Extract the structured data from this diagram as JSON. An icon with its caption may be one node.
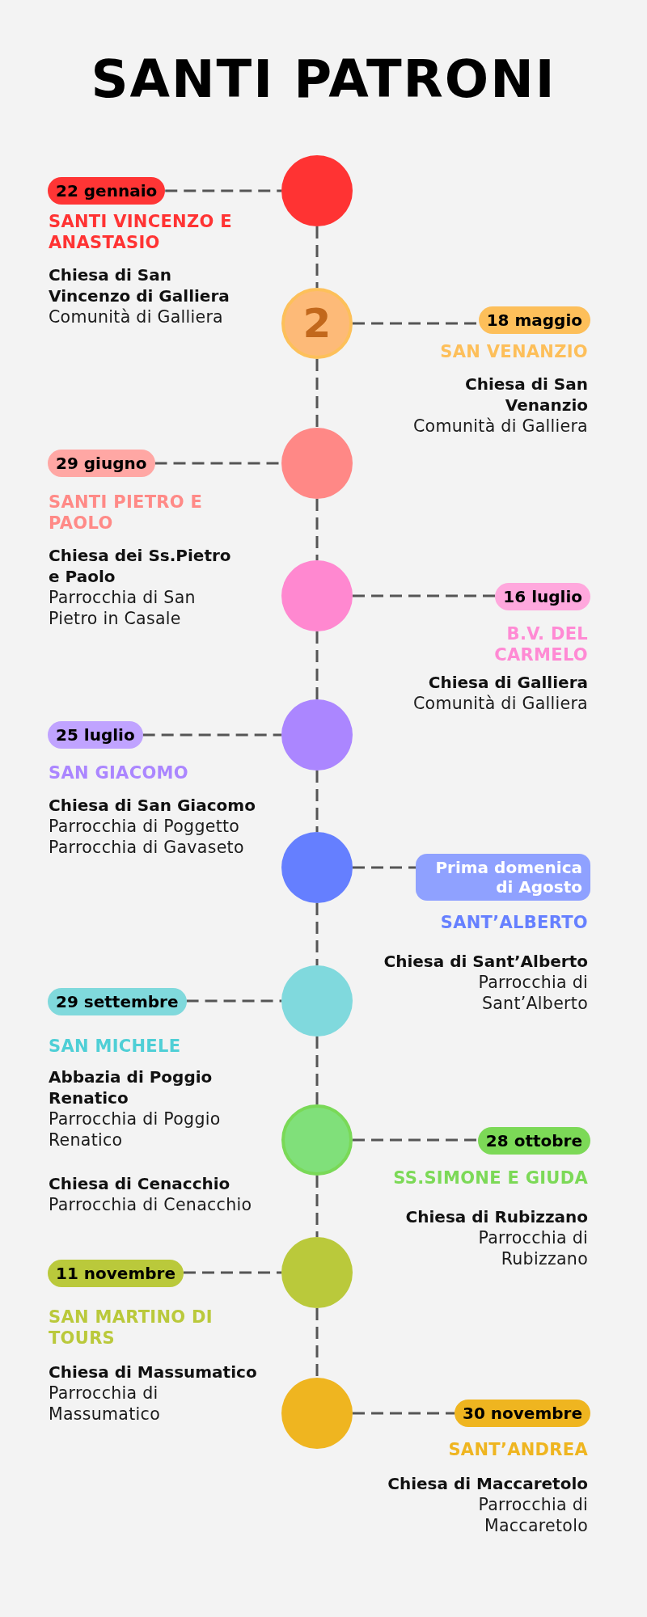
{
  "diagram": {
    "title": "SANTI PATRONI",
    "nodes": [
      {
        "text": [
          "22 gennaio"
        ],
        "beside": [
          "SANTI VINCENZO E ANASTASIO",
          "Chiesa di San Vincenzo di Galliera",
          "Comunità di Galliera"
        ]
      },
      {
        "text": [],
        "shape": "circle"
      },
      {
        "text": [
          "2"
        ]
      },
      {
        "text": [
          "18 maggio"
        ],
        "beside": [
          "SAN VENANZIO",
          "Chiesa di San Venanzio",
          "Comunità di Galliera"
        ]
      },
      {
        "text": [
          "29 giugno"
        ],
        "beside": [
          "SANTI PIETRO E PAOLO",
          "Chiesa dei Ss.Pietro e Paolo",
          "Parrocchia di San Pietro in Casale"
        ]
      },
      {
        "text": [],
        "shape": "circle"
      },
      {
        "text": [],
        "shape": "circle"
      },
      {
        "text": [
          "16 luglio"
        ],
        "beside": [
          "B.V. DEL CARMELO",
          "Chiesa di Galliera",
          "Comunità di Galliera"
        ]
      },
      {
        "text": [
          "25 luglio"
        ],
        "beside": [
          "SAN GIACOMO",
          "Chiesa di San Giacomo",
          "Parrocchia di Poggetto",
          "Parrocchia di Gavaseto"
        ]
      },
      {
        "text": [],
        "shape": "circle"
      },
      {
        "text": [],
        "shape": "circle"
      },
      {
        "text": [
          "Prima domenica di Agosto"
        ],
        "beside": [
          "SANT’ALBERTO",
          "Chiesa di Sant’Alberto",
          "Parrocchia di Sant’Alberto"
        ]
      },
      {
        "text": [
          "29 settembre"
        ],
        "beside": [
          "SAN MICHELE",
          "Abbazia di Poggio Renatico",
          "Parrocchia di Poggio Renatico",
          "Chiesa di Cenacchio",
          "Parrocchia di Cenacchio"
        ]
      },
      {
        "text": [],
        "shape": "circle"
      },
      {
        "text": [],
        "shape": "circle"
      },
      {
        "text": [
          "28 ottobre"
        ],
        "beside": [
          "SS.SIMONE E GIUDA",
          "Chiesa di Rubizzano",
          "Parrocchia di Rubizzano"
        ]
      },
      {
        "text": [
          "11 novembre"
        ],
        "beside": [
          "SAN MARTINO DI TOURS",
          "Chiesa di Massumatico",
          "Parrocchia di Massumatico"
        ]
      },
      {
        "text": [],
        "shape": "circle"
      },
      {
        "text": [],
        "shape": "circle"
      },
      {
        "text": [
          "30 novembre"
        ],
        "beside": [
          "SANT’ANDREA",
          "Chiesa di Maccaretolo",
          "Parrocchia di Maccaretolo"
        ]
      }
    ],
    "edges": [
      {
        "from": 0,
        "to": 1,
        "arrow": "none",
        "style": "dashed"
      },
      {
        "from": 1,
        "to": 2,
        "arrow": "none",
        "style": "dashed"
      },
      {
        "from": 2,
        "to": 3,
        "arrow": "none",
        "style": "dashed"
      },
      {
        "from": 2,
        "to": 5,
        "arrow": "none",
        "style": "dashed"
      },
      {
        "from": 4,
        "to": 5,
        "arrow": "none",
        "style": "dashed"
      },
      {
        "from": 5,
        "to": 6,
        "arrow": "none",
        "style": "dashed"
      },
      {
        "from": 6,
        "to": 7,
        "arrow": "none",
        "style": "dashed"
      },
      {
        "from": 6,
        "to": 9,
        "arrow": "none",
        "style": "dashed"
      },
      {
        "from": 8,
        "to": 9,
        "arrow": "none",
        "style": "dashed"
      },
      {
        "from": 9,
        "to": 10,
        "arrow": "none",
        "style": "dashed"
      },
      {
        "from": 10,
        "to": 11,
        "arrow": "none",
        "style": "dashed"
      },
      {
        "from": 10,
        "to": 13,
        "arrow": "none",
        "style": "dashed"
      },
      {
        "from": 12,
        "to": 13,
        "arrow": "none",
        "style": "dashed"
      },
      {
        "from": 13,
        "to": 14,
        "arrow": "none",
        "style": "dashed"
      },
      {
        "from": 14,
        "to": 15,
        "arrow": "none",
        "style": "dashed"
      },
      {
        "from": 14,
        "to": 17,
        "arrow": "none",
        "style": "dashed"
      },
      {
        "from": 16,
        "to": 17,
        "arrow": "none",
        "style": "dashed"
      },
      {
        "from": 17,
        "to": 18,
        "arrow": "none",
        "style": "dashed"
      },
      {
        "from": 18,
        "to": 19,
        "arrow": "none",
        "style": "dashed"
      }
    ]
  }
}
